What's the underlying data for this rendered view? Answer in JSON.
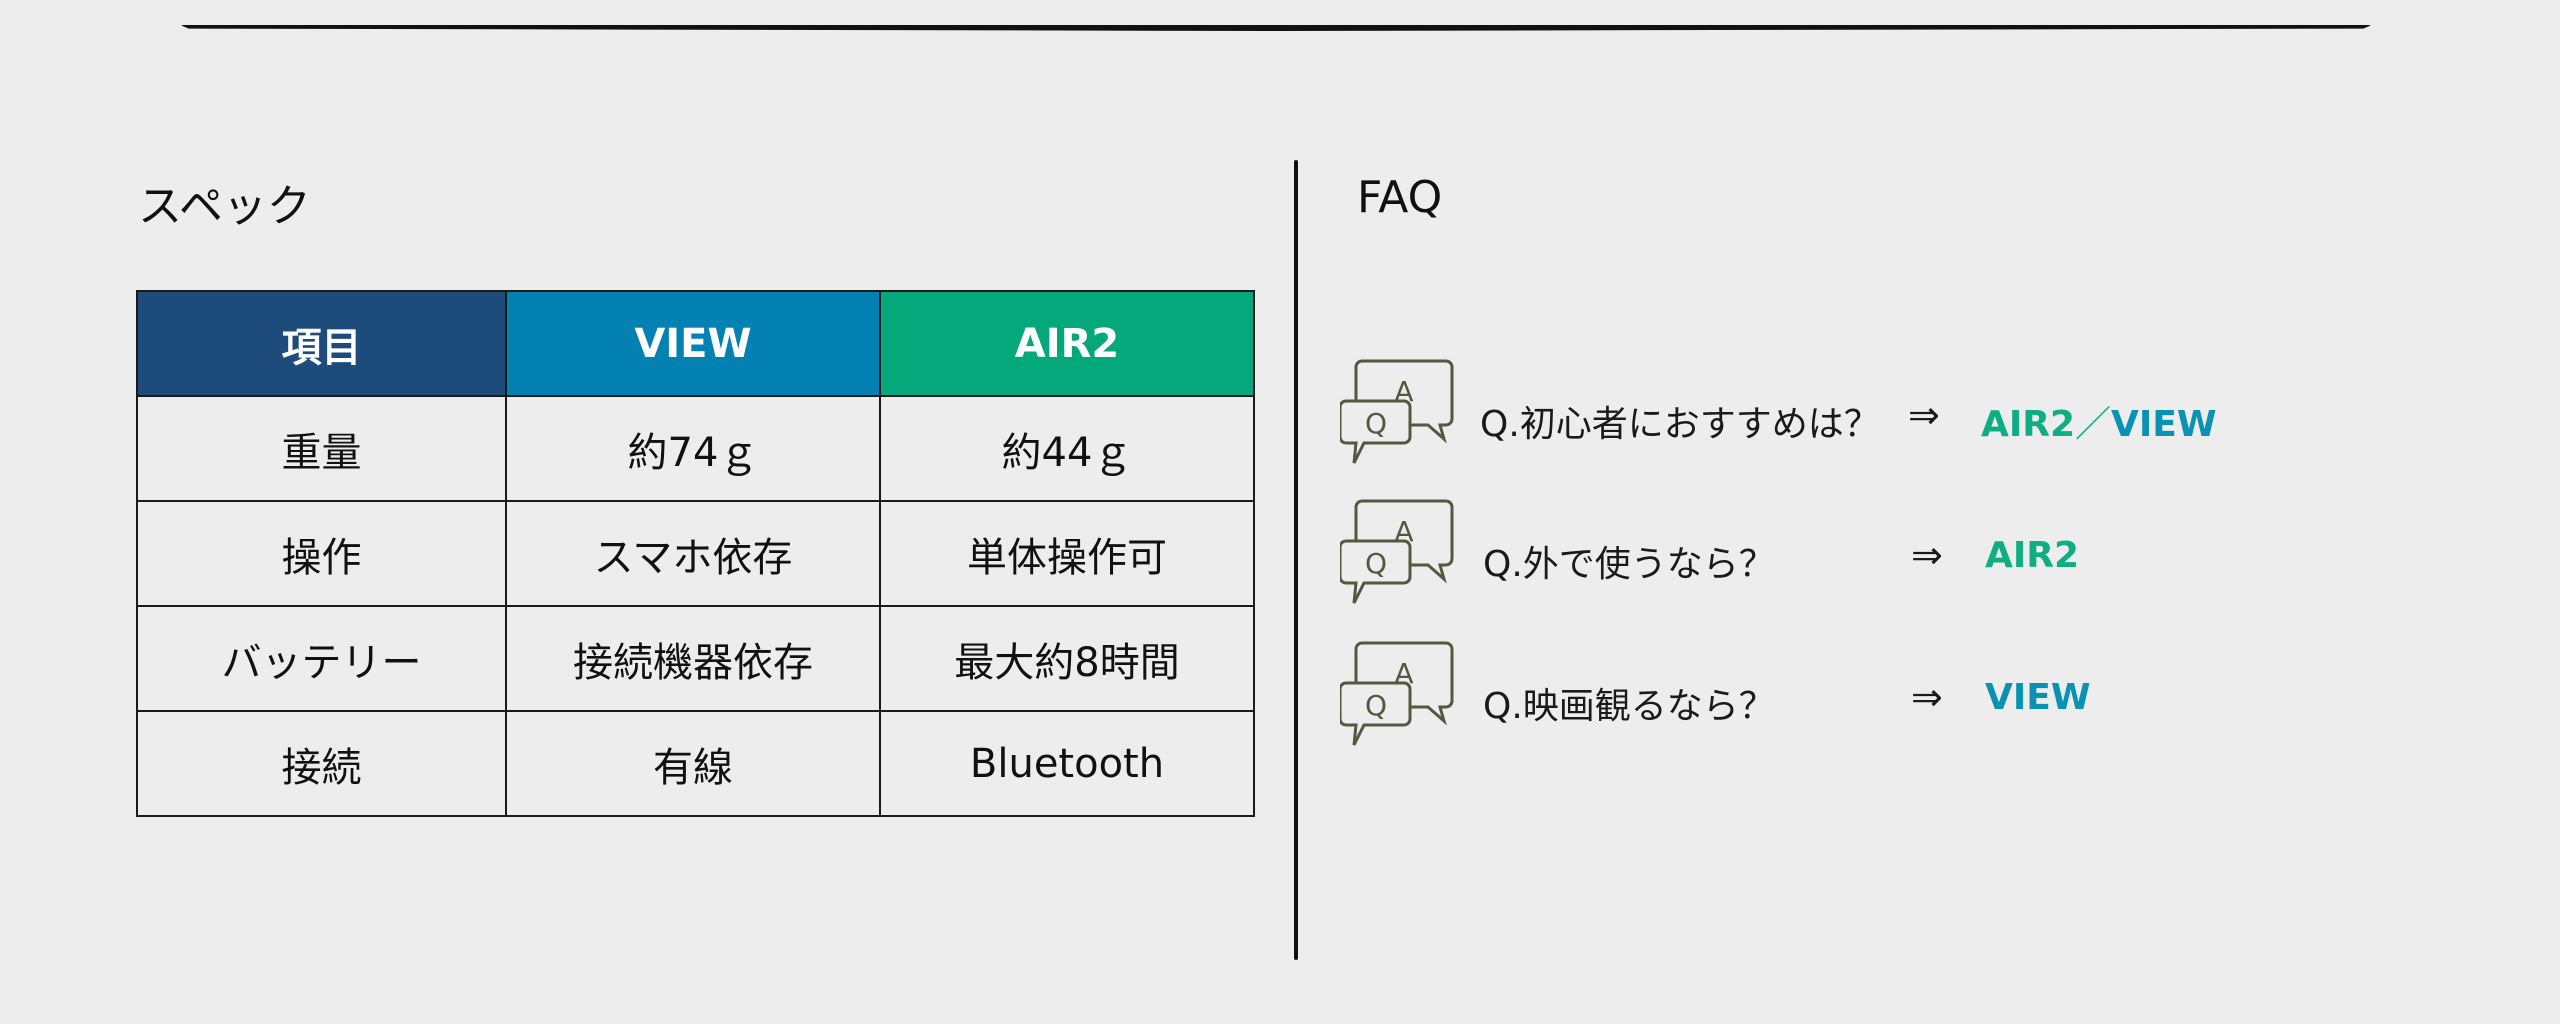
{
  "spec": {
    "title": "スペック",
    "headers": [
      "項目",
      "VIEW",
      "AIR2"
    ],
    "rows": [
      [
        "重量",
        "約74ｇ",
        "約44ｇ"
      ],
      [
        "操作",
        "スマホ依存",
        "単体操作可"
      ],
      [
        "バッテリー",
        "接続機器依存",
        "最大約8時間"
      ],
      [
        "接続",
        "有線",
        "Bluetooth"
      ]
    ],
    "header_colors": [
      "#1d4c7c",
      "#0481b3",
      "#04a87a"
    ]
  },
  "faq": {
    "title": "FAQ",
    "items": [
      {
        "question": "Q.初心者におすすめは？",
        "arrow": "⇒",
        "answer_a": "AIR2",
        "separator": "／",
        "answer_b": "VIEW"
      },
      {
        "question": "Q.外で使うなら？",
        "arrow": "⇒",
        "answer_a": "AIR2"
      },
      {
        "question": "Q.映画観るなら？",
        "arrow": "⇒",
        "answer_b": "VIEW"
      }
    ],
    "icon": "qa-speech-bubbles-icon",
    "colors": {
      "air2": "#0fae82",
      "view": "#0a92b5",
      "icon_stroke": "#55573f"
    }
  }
}
